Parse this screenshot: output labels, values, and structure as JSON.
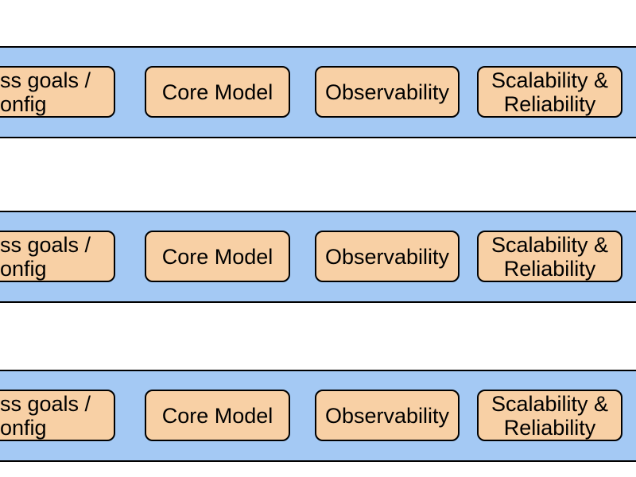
{
  "diagram": {
    "type": "swimlane-diagram",
    "colors": {
      "background": "#FFFFFF",
      "band_fill": "#A4C9F4",
      "band_border": "#000000",
      "node_fill": "#F8D0A5",
      "node_border": "#000000",
      "text": "#000000"
    },
    "bands": [
      {
        "nodes": [
          {
            "lines": [
              "ss goals /",
              "onfig"
            ]
          },
          {
            "lines": [
              "Core Model"
            ]
          },
          {
            "lines": [
              "Observability"
            ]
          },
          {
            "lines": [
              "Scalability &",
              "Reliability"
            ]
          }
        ]
      },
      {
        "nodes": [
          {
            "lines": [
              "ss goals /",
              "onfig"
            ]
          },
          {
            "lines": [
              "Core Model"
            ]
          },
          {
            "lines": [
              "Observability"
            ]
          },
          {
            "lines": [
              "Scalability &",
              "Reliability"
            ]
          }
        ]
      },
      {
        "nodes": [
          {
            "lines": [
              "ss goals /",
              "onfig"
            ]
          },
          {
            "lines": [
              "Core Model"
            ]
          },
          {
            "lines": [
              "Observability"
            ]
          },
          {
            "lines": [
              "Scalability &",
              "Reliability"
            ]
          }
        ]
      }
    ]
  }
}
